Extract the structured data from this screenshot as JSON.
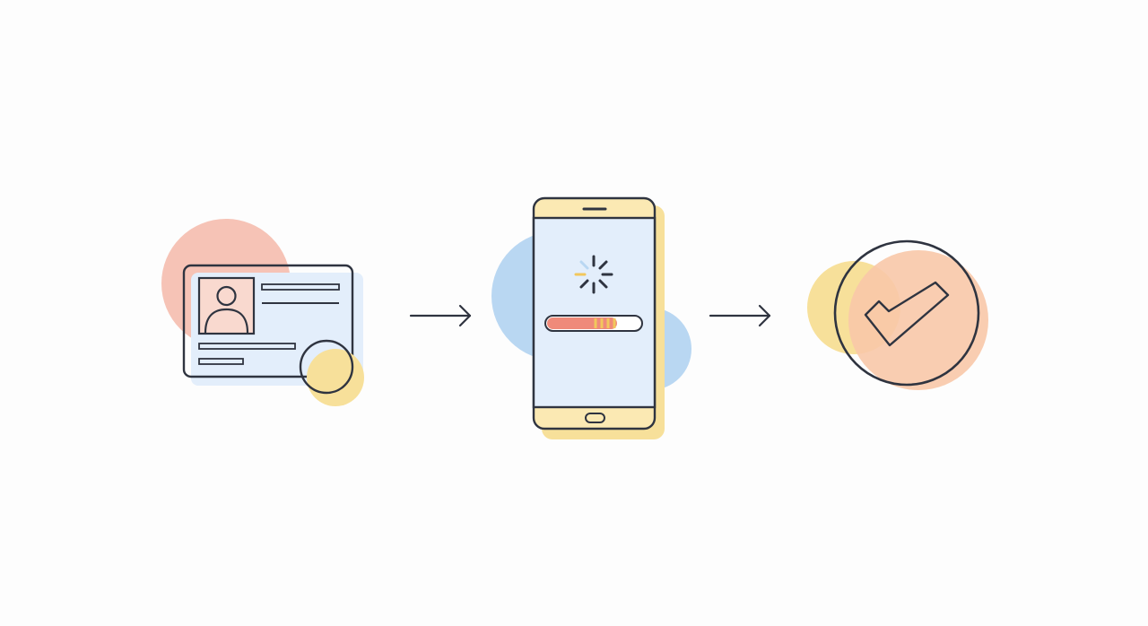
{
  "diagram": {
    "steps": [
      {
        "name": "id-card",
        "icon": "id-card-icon"
      },
      {
        "name": "phone-verification",
        "icon": "smartphone-loading-icon"
      },
      {
        "name": "verified",
        "icon": "check-circle-icon"
      }
    ],
    "connectors": [
      "arrow-right-icon",
      "arrow-right-icon"
    ],
    "progress": 0.75
  },
  "colors": {
    "outline": "#2f3440",
    "blue_fill": "#e3eefb",
    "blue_blob": "#b9d7f2",
    "salmon_blob": "#f4b9a9",
    "yellow_blob": "#f7e09a",
    "peach_fill": "#f8c8a8",
    "progress_red": "#ef8a7a",
    "progress_yellow": "#f2c75c"
  }
}
